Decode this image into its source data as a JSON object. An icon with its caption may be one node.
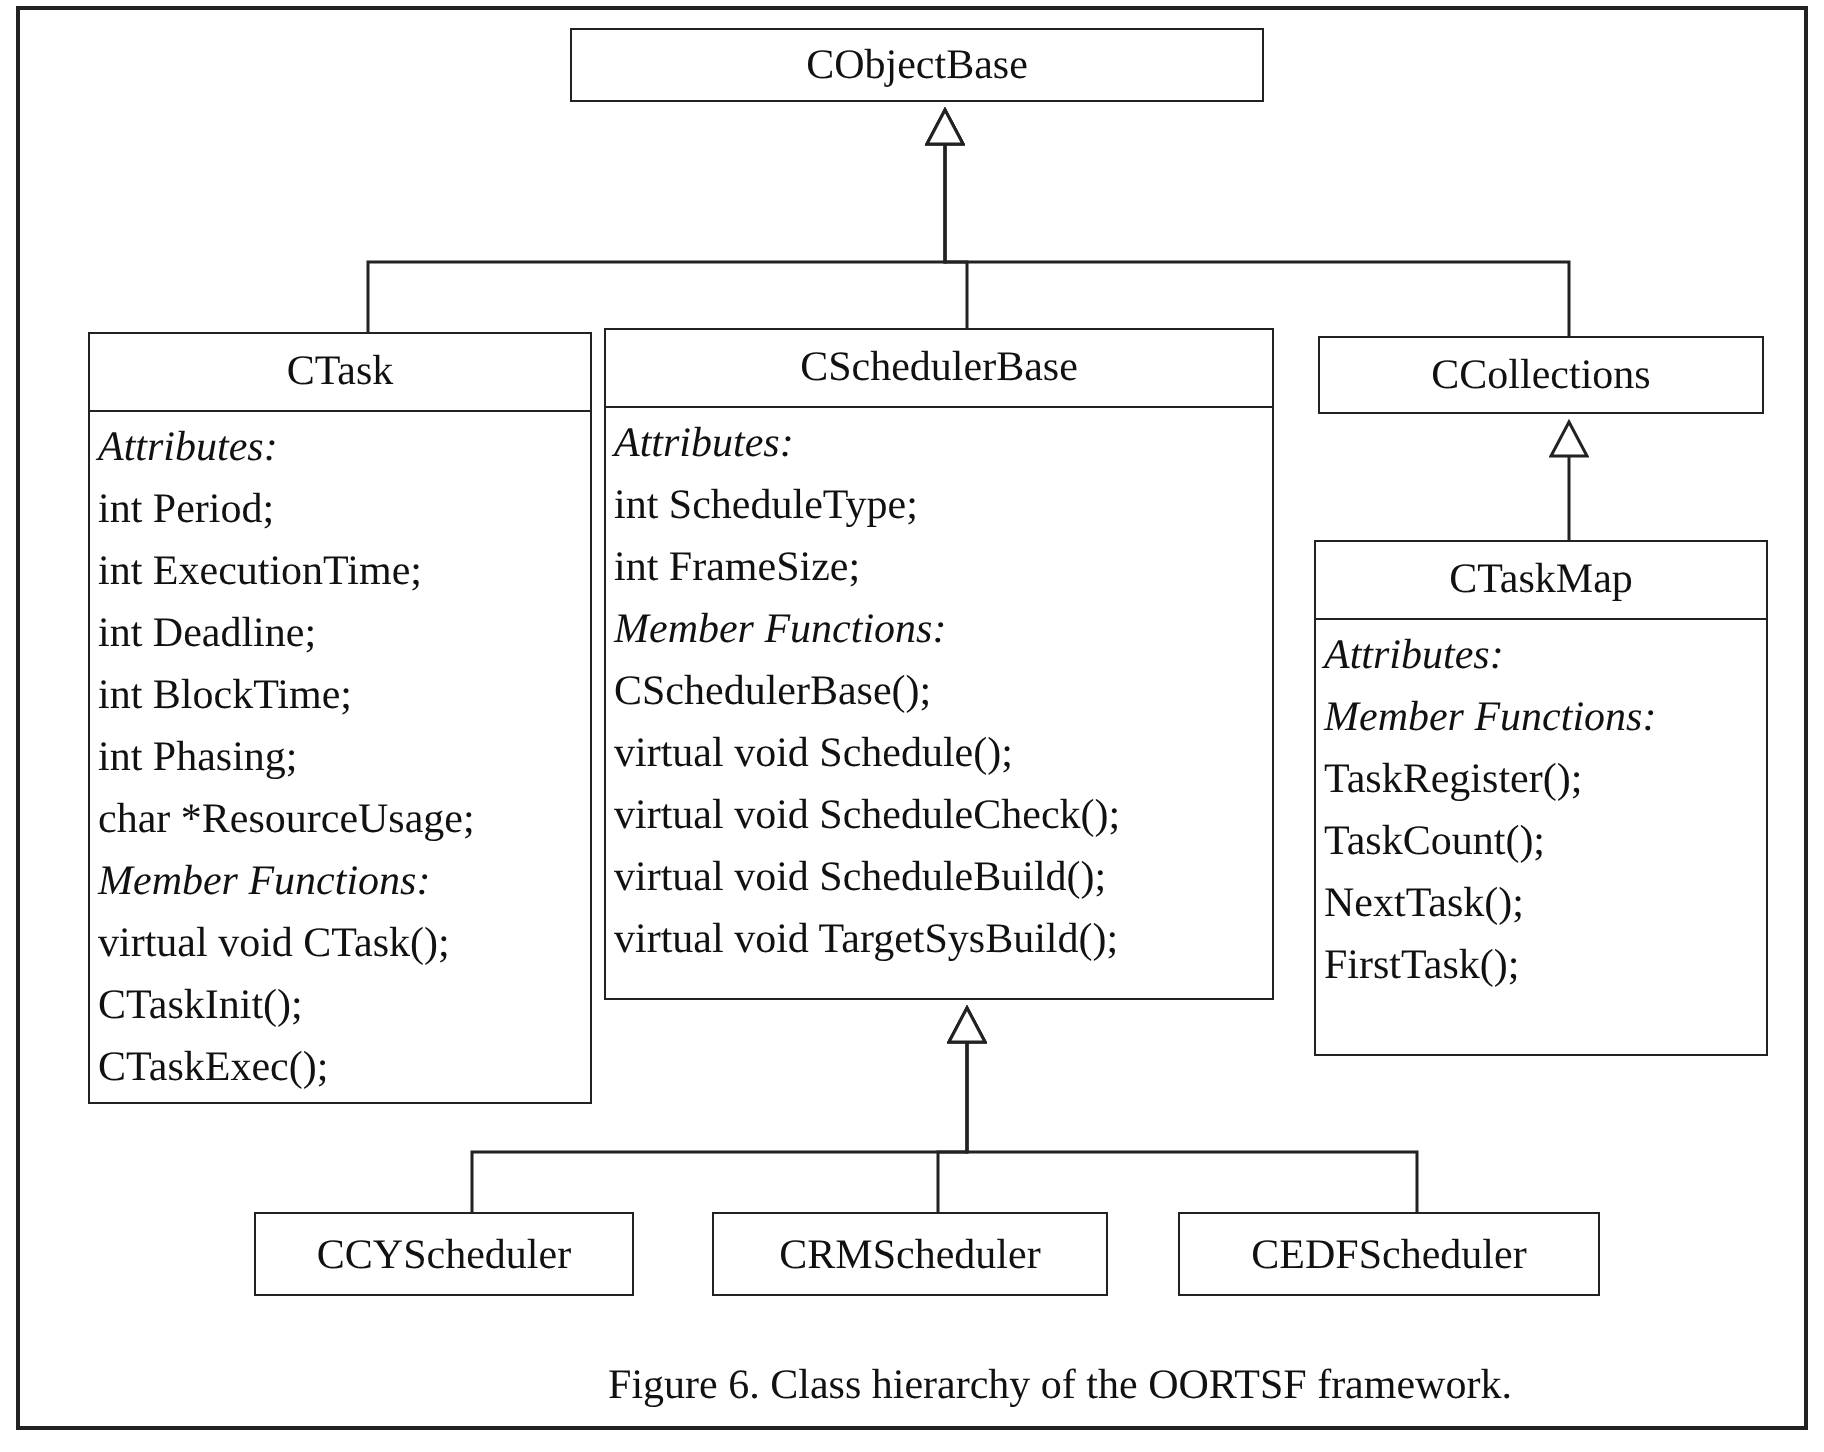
{
  "diagram": {
    "caption": "Figure 6. Class hierarchy of the OORTSF framework.",
    "nodes": [
      {
        "text": [
          "CObjectBase"
        ]
      },
      {
        "text": [
          "CTask",
          "Attributes:",
          "int Period;",
          "int ExecutionTime;",
          "int Deadline;",
          "int BlockTime;",
          "int Phasing;",
          "char *ResourceUsage;",
          "Member Functions:",
          "virtual void CTask();",
          "CTaskInit();",
          "CTaskExec();"
        ]
      },
      {
        "text": [
          "CSchedulerBase",
          "Attributes:",
          "int ScheduleType;",
          "int FrameSize;",
          "Member Functions:",
          "CSchedulerBase();",
          "virtual void Schedule();",
          "virtual void ScheduleCheck();",
          "virtual void ScheduleBuild();",
          "virtual void TargetSysBuild();"
        ]
      },
      {
        "text": [
          "CCollections"
        ]
      },
      {
        "text": [
          "CTaskMap",
          "Attributes:",
          "Member Functions:",
          "TaskRegister();",
          "TaskCount();",
          "NextTask();",
          "FirstTask();"
        ]
      },
      {
        "text": [
          "CCYScheduler"
        ]
      },
      {
        "text": [
          "CRMScheduler"
        ]
      },
      {
        "text": [
          "CEDFScheduler"
        ]
      }
    ],
    "edges": [
      {
        "from": 1,
        "to": 0,
        "arrow": "to"
      },
      {
        "from": 2,
        "to": 0,
        "arrow": "to"
      },
      {
        "from": 3,
        "to": 0,
        "arrow": "to"
      },
      {
        "from": 4,
        "to": 3,
        "arrow": "to"
      },
      {
        "from": 5,
        "to": 2,
        "arrow": "to"
      },
      {
        "from": 6,
        "to": 2,
        "arrow": "to"
      },
      {
        "from": 7,
        "to": 2,
        "arrow": "to"
      }
    ]
  }
}
